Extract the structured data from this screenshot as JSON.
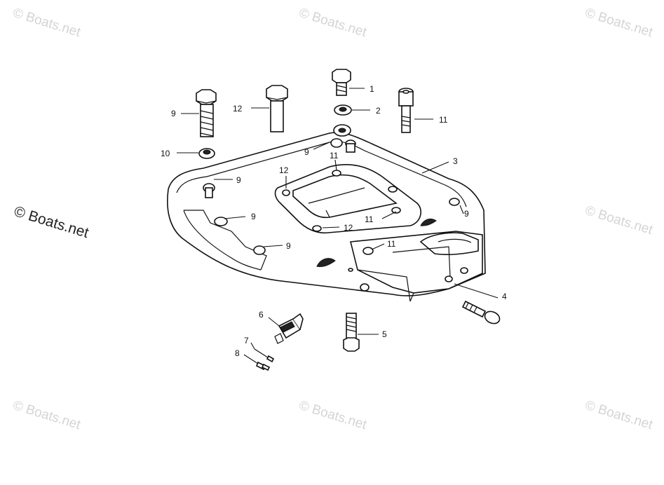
{
  "watermarks": {
    "text": "© Boats.net",
    "center_text": "© Boats.net"
  },
  "callouts": {
    "c1": "1",
    "c2": "2",
    "c3": "3",
    "c4": "4",
    "c5": "5",
    "c6": "6",
    "c7": "7",
    "c8": "8",
    "c9a": "9",
    "c9b": "9",
    "c9c": "9",
    "c9d": "9",
    "c9e": "9",
    "c9f": "9",
    "c10": "10",
    "c11a": "11",
    "c11b": "11",
    "c11c": "11",
    "c11d": "11",
    "c12a": "12",
    "c12b": "12",
    "c12c": "12"
  },
  "colors": {
    "line": "#111111",
    "watermark": "#d4d4d4",
    "background": "#ffffff"
  }
}
